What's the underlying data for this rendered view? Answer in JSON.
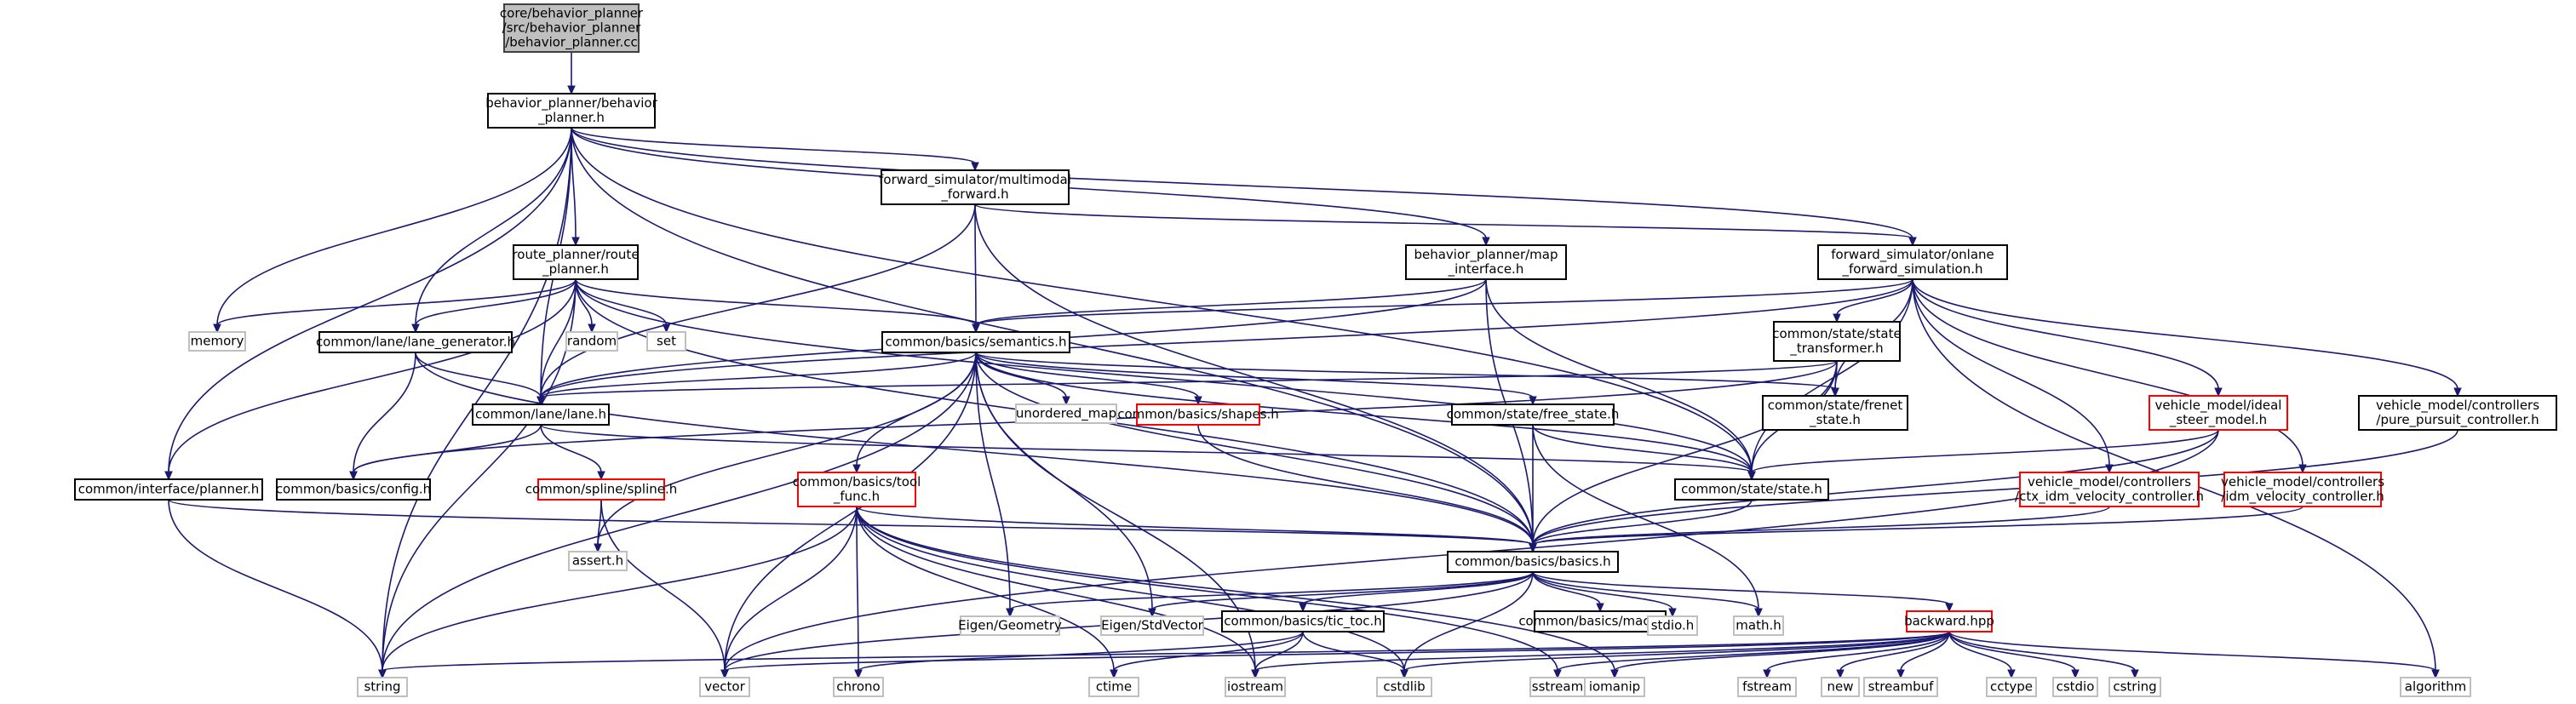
{
  "graph": {
    "colors": {
      "root_fill": "#bfbfbf",
      "root_stroke": "#404040",
      "file_stroke": "#000000",
      "missing_stroke": "#ff0000",
      "system_stroke": "#bfbfbf",
      "edge": "#191970"
    },
    "nodes": [
      {
        "id": "n0",
        "kind": "root",
        "lines": [
          "core/behavior_planner",
          "/src/behavior_planner",
          "/behavior_planner.cc"
        ]
      },
      {
        "id": "n1",
        "kind": "file",
        "lines": [
          "behavior_planner/behavior",
          "_planner.h"
        ]
      },
      {
        "id": "n2",
        "kind": "file",
        "lines": [
          "forward_simulator/multimodal",
          "_forward.h"
        ]
      },
      {
        "id": "n3",
        "kind": "file",
        "lines": [
          "route_planner/route",
          "_planner.h"
        ]
      },
      {
        "id": "n4",
        "kind": "file",
        "lines": [
          "behavior_planner/map",
          "_interface.h"
        ]
      },
      {
        "id": "n5",
        "kind": "file",
        "lines": [
          "forward_simulator/onlane",
          "_forward_simulation.h"
        ]
      },
      {
        "id": "n6",
        "kind": "system",
        "lines": [
          "memory"
        ]
      },
      {
        "id": "n7",
        "kind": "file",
        "lines": [
          "common/lane/lane_generator.h"
        ]
      },
      {
        "id": "n8",
        "kind": "system",
        "lines": [
          "random"
        ]
      },
      {
        "id": "n9",
        "kind": "system",
        "lines": [
          "set"
        ]
      },
      {
        "id": "n10",
        "kind": "file",
        "lines": [
          "common/basics/semantics.h"
        ]
      },
      {
        "id": "n11",
        "kind": "file",
        "lines": [
          "common/state/state",
          "_transformer.h"
        ]
      },
      {
        "id": "n12",
        "kind": "file",
        "lines": [
          "common/lane/lane.h"
        ]
      },
      {
        "id": "n13",
        "kind": "system",
        "lines": [
          "unordered_map"
        ]
      },
      {
        "id": "n14",
        "kind": "missing",
        "lines": [
          "common/basics/shapes.h"
        ]
      },
      {
        "id": "n15",
        "kind": "file",
        "lines": [
          "common/state/free_state.h"
        ]
      },
      {
        "id": "n16",
        "kind": "file",
        "lines": [
          "common/state/frenet",
          "_state.h"
        ]
      },
      {
        "id": "n17",
        "kind": "missing",
        "lines": [
          "vehicle_model/ideal",
          "_steer_model.h"
        ]
      },
      {
        "id": "n18",
        "kind": "file",
        "lines": [
          "vehicle_model/controllers",
          "/pure_pursuit_controller.h"
        ]
      },
      {
        "id": "n19",
        "kind": "file",
        "lines": [
          "common/interface/planner.h"
        ]
      },
      {
        "id": "n20",
        "kind": "file",
        "lines": [
          "common/basics/config.h"
        ]
      },
      {
        "id": "n21",
        "kind": "missing",
        "lines": [
          "common/spline/spline.h"
        ]
      },
      {
        "id": "n22",
        "kind": "missing",
        "lines": [
          "common/basics/tool",
          "_func.h"
        ]
      },
      {
        "id": "n23",
        "kind": "file",
        "lines": [
          "common/state/state.h"
        ]
      },
      {
        "id": "n24",
        "kind": "missing",
        "lines": [
          "vehicle_model/controllers",
          "/ctx_idm_velocity_controller.h"
        ]
      },
      {
        "id": "n25",
        "kind": "missing",
        "lines": [
          "vehicle_model/controllers",
          "/idm_velocity_controller.h"
        ]
      },
      {
        "id": "n26",
        "kind": "system",
        "lines": [
          "assert.h"
        ]
      },
      {
        "id": "n27",
        "kind": "file",
        "lines": [
          "common/basics/basics.h"
        ]
      },
      {
        "id": "n28",
        "kind": "system",
        "lines": [
          "Eigen/Geometry"
        ]
      },
      {
        "id": "n29",
        "kind": "system",
        "lines": [
          "Eigen/StdVector"
        ]
      },
      {
        "id": "n30",
        "kind": "file",
        "lines": [
          "common/basics/tic_toc.h"
        ]
      },
      {
        "id": "n31",
        "kind": "file",
        "lines": [
          "common/basics/macros.h"
        ]
      },
      {
        "id": "n32",
        "kind": "system",
        "lines": [
          "stdio.h"
        ]
      },
      {
        "id": "n33",
        "kind": "system",
        "lines": [
          "math.h"
        ]
      },
      {
        "id": "n34",
        "kind": "missing",
        "lines": [
          "backward.hpp"
        ]
      },
      {
        "id": "n35",
        "kind": "system",
        "lines": [
          "string"
        ]
      },
      {
        "id": "n36",
        "kind": "system",
        "lines": [
          "vector"
        ]
      },
      {
        "id": "n37",
        "kind": "system",
        "lines": [
          "chrono"
        ]
      },
      {
        "id": "n38",
        "kind": "system",
        "lines": [
          "ctime"
        ]
      },
      {
        "id": "n39",
        "kind": "system",
        "lines": [
          "iostream"
        ]
      },
      {
        "id": "n40",
        "kind": "system",
        "lines": [
          "cstdlib"
        ]
      },
      {
        "id": "n41",
        "kind": "system",
        "lines": [
          "sstream"
        ]
      },
      {
        "id": "n42",
        "kind": "system",
        "lines": [
          "iomanip"
        ]
      },
      {
        "id": "n43",
        "kind": "system",
        "lines": [
          "fstream"
        ]
      },
      {
        "id": "n44",
        "kind": "system",
        "lines": [
          "new"
        ]
      },
      {
        "id": "n45",
        "kind": "system",
        "lines": [
          "streambuf"
        ]
      },
      {
        "id": "n46",
        "kind": "system",
        "lines": [
          "cctype"
        ]
      },
      {
        "id": "n47",
        "kind": "system",
        "lines": [
          "cstdio"
        ]
      },
      {
        "id": "n48",
        "kind": "system",
        "lines": [
          "cstring"
        ]
      },
      {
        "id": "n49",
        "kind": "system",
        "lines": [
          "algorithm"
        ]
      }
    ],
    "edges": [
      [
        "n0",
        "n1"
      ],
      [
        "n1",
        "n2"
      ],
      [
        "n1",
        "n3"
      ],
      [
        "n1",
        "n4"
      ],
      [
        "n1",
        "n5"
      ],
      [
        "n1",
        "n6"
      ],
      [
        "n1",
        "n7"
      ],
      [
        "n1",
        "n12"
      ],
      [
        "n1",
        "n19"
      ],
      [
        "n1",
        "n23"
      ],
      [
        "n1",
        "n27"
      ],
      [
        "n1",
        "n35"
      ],
      [
        "n2",
        "n10"
      ],
      [
        "n2",
        "n5"
      ],
      [
        "n2",
        "n12"
      ],
      [
        "n2",
        "n27"
      ],
      [
        "n3",
        "n6"
      ],
      [
        "n3",
        "n7"
      ],
      [
        "n3",
        "n8"
      ],
      [
        "n3",
        "n9"
      ],
      [
        "n3",
        "n10"
      ],
      [
        "n3",
        "n12"
      ],
      [
        "n3",
        "n19"
      ],
      [
        "n3",
        "n23"
      ],
      [
        "n3",
        "n27"
      ],
      [
        "n3",
        "n35"
      ],
      [
        "n4",
        "n10"
      ],
      [
        "n4",
        "n12"
      ],
      [
        "n4",
        "n23"
      ],
      [
        "n4",
        "n27"
      ],
      [
        "n5",
        "n10"
      ],
      [
        "n5",
        "n11"
      ],
      [
        "n5",
        "n12"
      ],
      [
        "n5",
        "n16"
      ],
      [
        "n5",
        "n17"
      ],
      [
        "n5",
        "n18"
      ],
      [
        "n5",
        "n23"
      ],
      [
        "n5",
        "n24"
      ],
      [
        "n5",
        "n25"
      ],
      [
        "n5",
        "n49"
      ],
      [
        "n7",
        "n12"
      ],
      [
        "n7",
        "n20"
      ],
      [
        "n7",
        "n27"
      ],
      [
        "n10",
        "n12"
      ],
      [
        "n10",
        "n13"
      ],
      [
        "n10",
        "n14"
      ],
      [
        "n10",
        "n15"
      ],
      [
        "n10",
        "n16"
      ],
      [
        "n10",
        "n22"
      ],
      [
        "n10",
        "n23"
      ],
      [
        "n10",
        "n26"
      ],
      [
        "n10",
        "n27"
      ],
      [
        "n10",
        "n28"
      ],
      [
        "n10",
        "n29"
      ],
      [
        "n10",
        "n35"
      ],
      [
        "n10",
        "n36"
      ],
      [
        "n10",
        "n39"
      ],
      [
        "n11",
        "n12"
      ],
      [
        "n11",
        "n16"
      ],
      [
        "n11",
        "n20"
      ],
      [
        "n11",
        "n23"
      ],
      [
        "n11",
        "n27"
      ],
      [
        "n12",
        "n20"
      ],
      [
        "n12",
        "n21"
      ],
      [
        "n12",
        "n23"
      ],
      [
        "n14",
        "n27"
      ],
      [
        "n15",
        "n23"
      ],
      [
        "n15",
        "n27"
      ],
      [
        "n15",
        "n33"
      ],
      [
        "n17",
        "n23"
      ],
      [
        "n17",
        "n27"
      ],
      [
        "n17",
        "n36"
      ],
      [
        "n18",
        "n27"
      ],
      [
        "n19",
        "n27"
      ],
      [
        "n19",
        "n35"
      ],
      [
        "n21",
        "n26"
      ],
      [
        "n21",
        "n36"
      ],
      [
        "n22",
        "n27"
      ],
      [
        "n22",
        "n35"
      ],
      [
        "n22",
        "n36"
      ],
      [
        "n22",
        "n37"
      ],
      [
        "n22",
        "n38"
      ],
      [
        "n22",
        "n39"
      ],
      [
        "n22",
        "n40"
      ],
      [
        "n22",
        "n41"
      ],
      [
        "n22",
        "n42"
      ],
      [
        "n23",
        "n27"
      ],
      [
        "n24",
        "n27"
      ],
      [
        "n25",
        "n27"
      ],
      [
        "n27",
        "n28"
      ],
      [
        "n27",
        "n29"
      ],
      [
        "n27",
        "n30"
      ],
      [
        "n27",
        "n31"
      ],
      [
        "n27",
        "n32"
      ],
      [
        "n27",
        "n33"
      ],
      [
        "n27",
        "n34"
      ],
      [
        "n27",
        "n36"
      ],
      [
        "n27",
        "n40"
      ],
      [
        "n30",
        "n37"
      ],
      [
        "n30",
        "n38"
      ],
      [
        "n30",
        "n39"
      ],
      [
        "n30",
        "n40"
      ],
      [
        "n34",
        "n35"
      ],
      [
        "n34",
        "n36"
      ],
      [
        "n34",
        "n39"
      ],
      [
        "n34",
        "n40"
      ],
      [
        "n34",
        "n41"
      ],
      [
        "n34",
        "n42"
      ],
      [
        "n34",
        "n43"
      ],
      [
        "n34",
        "n44"
      ],
      [
        "n34",
        "n45"
      ],
      [
        "n34",
        "n46"
      ],
      [
        "n34",
        "n47"
      ],
      [
        "n34",
        "n48"
      ],
      [
        "n34",
        "n49"
      ]
    ]
  }
}
